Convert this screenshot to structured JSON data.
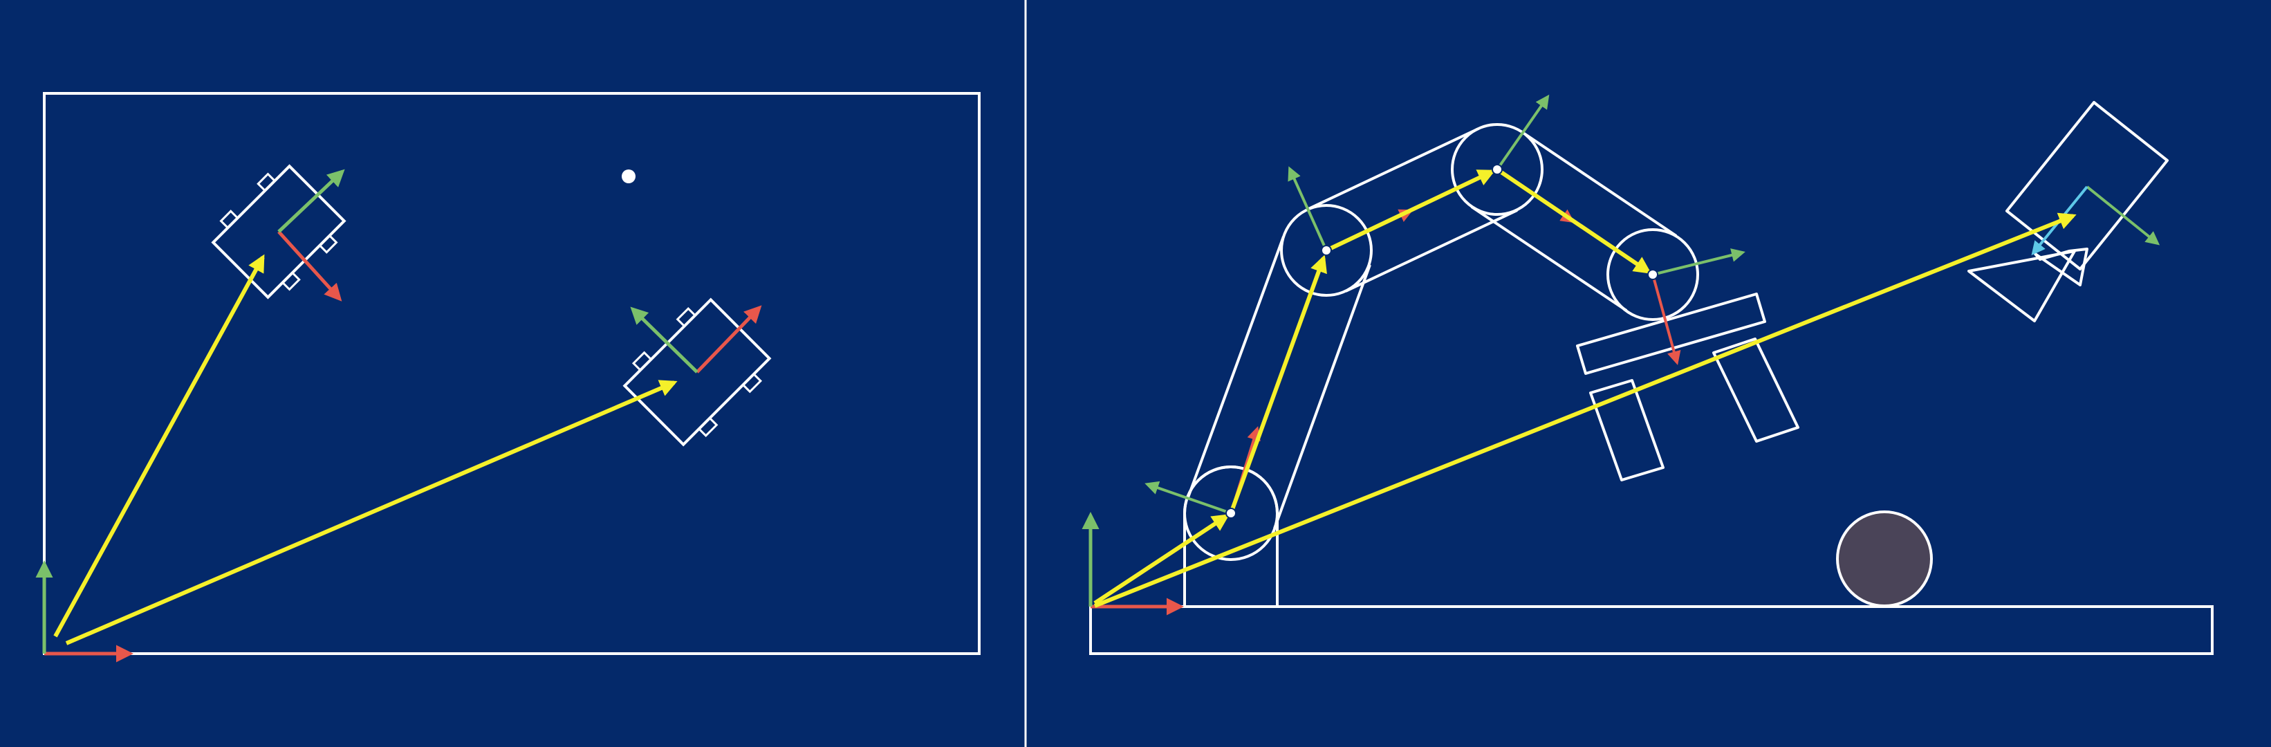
{
  "colors": {
    "background": "#04296a",
    "outline": "#ffffff",
    "vector": "#f5f02a",
    "x_axis": "#e8574b",
    "y_axis": "#7bc06a",
    "tool_axis": "#5ec8e8",
    "ball": "#4a4458"
  },
  "panels": [
    {
      "name": "mobile-robots-frame-diagram",
      "world_frame": {
        "x_axis_icon": "red-arrow-icon",
        "y_axis_icon": "green-arrow-icon"
      },
      "robots": 2,
      "landmark": "white-dot"
    },
    {
      "name": "robot-arm-kinematic-chain-diagram",
      "joints": 4,
      "end_effector": "camera-icon",
      "obstacle": "ball"
    }
  ]
}
